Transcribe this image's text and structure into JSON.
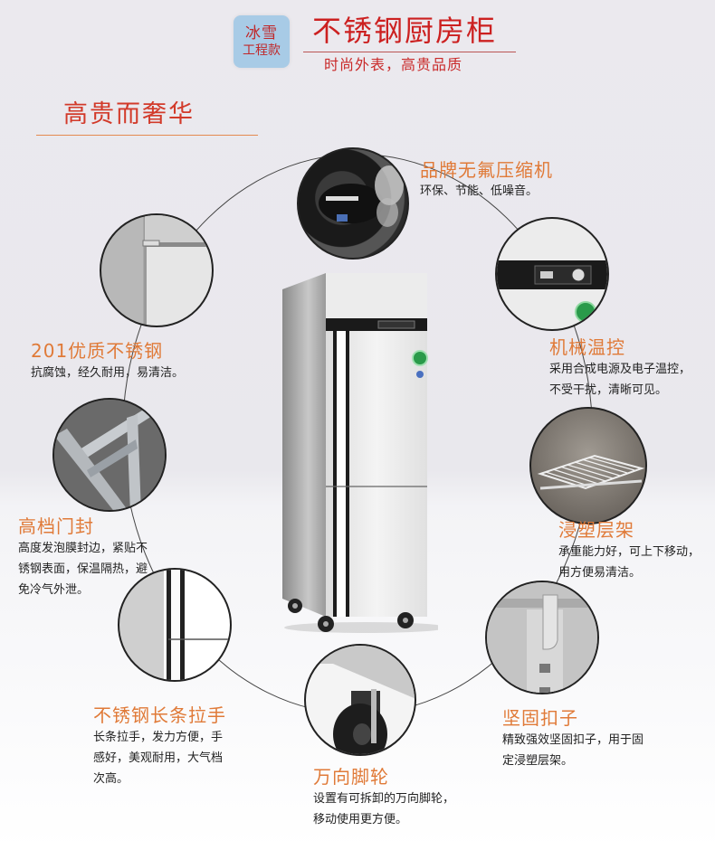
{
  "header": {
    "brand_badge": {
      "line1": "冰雪",
      "line2": "工程款"
    },
    "title": "不锈钢厨房柜",
    "subtitle": "时尚外表，高贵品质"
  },
  "section": {
    "title": "高贵而奢华"
  },
  "colors": {
    "title_red": "#cc2020",
    "feature_orange": "#e07a38",
    "badge_blue": "#a8cbe6",
    "rule_orange": "#e48a50"
  },
  "features": [
    {
      "id": "compressor",
      "title": "品牌无氟压缩机",
      "desc": [
        "环保、节能、低噪音。"
      ]
    },
    {
      "id": "steel",
      "title": "201优质不锈钢",
      "desc": [
        "抗腐蚀，经久耐用，易清洁。"
      ]
    },
    {
      "id": "thermostat",
      "title": "机械温控",
      "desc": [
        "采用合成电源及电子温控，",
        "不受干扰，清晰可见。"
      ]
    },
    {
      "id": "door-seal",
      "title": "高档门封",
      "desc": [
        "高度发泡膜封边，紧贴不",
        "锈钢表面，保温隔热，避",
        "免冷气外泄。"
      ]
    },
    {
      "id": "shelf",
      "title": "浸塑层架",
      "desc": [
        "承重能力好，可上下移动，",
        "用方便易清洁。"
      ]
    },
    {
      "id": "handle",
      "title": "不锈钢长条拉手",
      "desc": [
        "长条拉手，发力方便，手",
        "感好，美观耐用，大气档",
        "次高。"
      ]
    },
    {
      "id": "clip",
      "title": "坚固扣子",
      "desc": [
        "精致强效坚固扣子，用于固",
        "定浸塑层架。"
      ]
    },
    {
      "id": "caster",
      "title": "万向脚轮",
      "desc": [
        "设置有可拆卸的万向脚轮，",
        "移动使用更方便。"
      ]
    }
  ]
}
